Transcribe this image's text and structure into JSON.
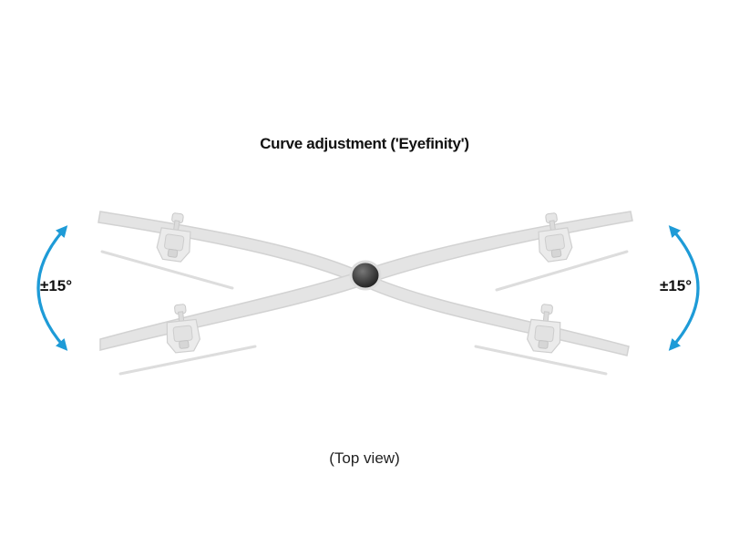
{
  "title": "Curve adjustment ('Eyefinity')",
  "caption": "(Top view)",
  "left_angle_label": "±15°",
  "right_angle_label": "±15°",
  "colors": {
    "arm": "#e3e3e3",
    "arm_stroke": "#d0d0d0",
    "arrow": "#1e9bd7",
    "pivot": "#3a3a3a"
  }
}
